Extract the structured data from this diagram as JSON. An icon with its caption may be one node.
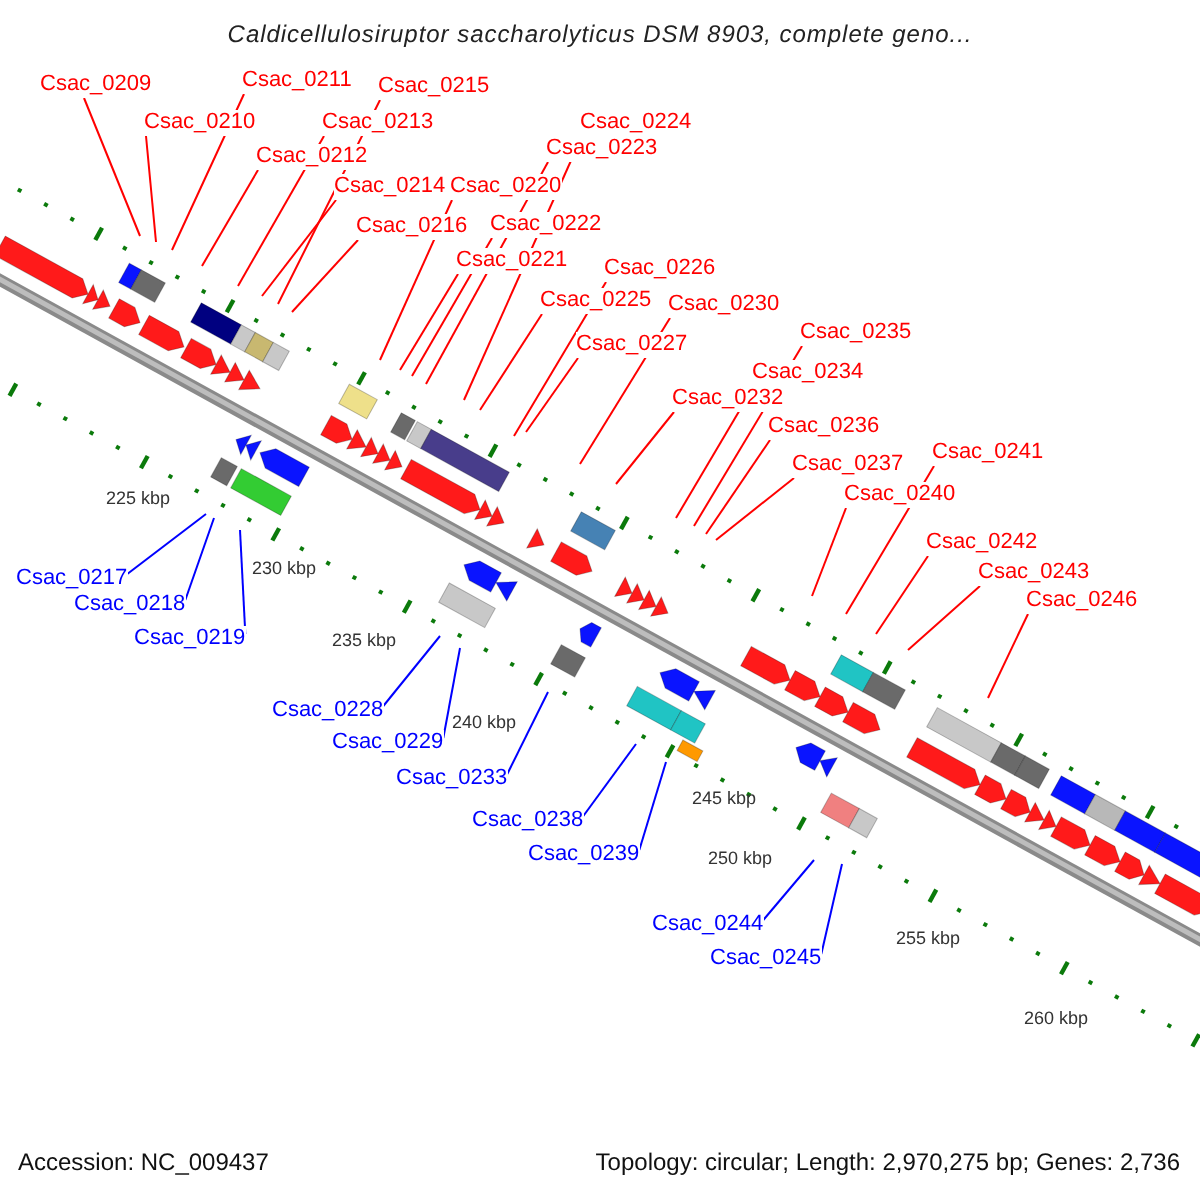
{
  "diagram": {
    "title": "Caldicellulosiruptor saccharolyticus DSM 8903, complete geno...",
    "nodes": [
      {
        "text": [
          "Csac_0209"
        ]
      },
      {
        "text": [
          "Csac_0210"
        ]
      },
      {
        "text": [
          "Csac_0211"
        ]
      },
      {
        "text": [
          "Csac_0212"
        ]
      },
      {
        "text": [
          "Csac_0213"
        ]
      },
      {
        "text": [
          "Csac_0214"
        ]
      },
      {
        "text": [
          "Csac_0215"
        ]
      },
      {
        "text": [
          "Csac_0216"
        ]
      },
      {
        "text": [
          "Csac_0217"
        ]
      },
      {
        "text": [
          "Csac_0218"
        ]
      },
      {
        "text": [
          "Csac_0219"
        ]
      },
      {
        "text": [
          "Csac_0220"
        ]
      },
      {
        "text": [
          "Csac_0221"
        ]
      },
      {
        "text": [
          "Csac_0222"
        ]
      },
      {
        "text": [
          "Csac_0223"
        ]
      },
      {
        "text": [
          "Csac_0224"
        ]
      },
      {
        "text": [
          "Csac_0225"
        ]
      },
      {
        "text": [
          "Csac_0226"
        ]
      },
      {
        "text": [
          "Csac_0227"
        ]
      },
      {
        "text": [
          "Csac_0228"
        ]
      },
      {
        "text": [
          "Csac_0229"
        ]
      },
      {
        "text": [
          "Csac_0230"
        ]
      },
      {
        "text": [
          "Csac_0232"
        ]
      },
      {
        "text": [
          "Csac_0233"
        ]
      },
      {
        "text": [
          "Csac_0234"
        ]
      },
      {
        "text": [
          "Csac_0235"
        ]
      },
      {
        "text": [
          "Csac_0236"
        ]
      },
      {
        "text": [
          "Csac_0237"
        ]
      },
      {
        "text": [
          "Csac_0238"
        ]
      },
      {
        "text": [
          "Csac_0239"
        ]
      },
      {
        "text": [
          "Csac_0240"
        ]
      },
      {
        "text": [
          "Csac_0241"
        ]
      },
      {
        "text": [
          "Csac_0242"
        ]
      },
      {
        "text": [
          "Csac_0243"
        ]
      },
      {
        "text": [
          "Csac_0244"
        ]
      },
      {
        "text": [
          "Csac_0245"
        ]
      },
      {
        "text": [
          "Csac_0246"
        ]
      }
    ],
    "edges": [
      {
        "from": 0,
        "to": null,
        "arrow": "none"
      },
      {
        "from": 1,
        "to": null,
        "arrow": "none"
      },
      {
        "from": 2,
        "to": null,
        "arrow": "none"
      },
      {
        "from": 3,
        "to": null,
        "arrow": "none"
      },
      {
        "from": 4,
        "to": null,
        "arrow": "none"
      },
      {
        "from": 5,
        "to": null,
        "arrow": "none"
      },
      {
        "from": 6,
        "to": null,
        "arrow": "none"
      },
      {
        "from": 7,
        "to": null,
        "arrow": "none"
      },
      {
        "from": 8,
        "to": null,
        "arrow": "none",
        "color": "#0000ff"
      },
      {
        "from": 9,
        "to": null,
        "arrow": "none",
        "color": "#0000ff"
      },
      {
        "from": 10,
        "to": null,
        "arrow": "none",
        "color": "#0000ff"
      },
      {
        "from": 11,
        "to": null,
        "arrow": "none"
      },
      {
        "from": 12,
        "to": null,
        "arrow": "none"
      },
      {
        "from": 13,
        "to": null,
        "arrow": "none"
      },
      {
        "from": 14,
        "to": null,
        "arrow": "none"
      },
      {
        "from": 15,
        "to": null,
        "arrow": "none"
      },
      {
        "from": 16,
        "to": null,
        "arrow": "none"
      },
      {
        "from": 17,
        "to": null,
        "arrow": "none"
      },
      {
        "from": 18,
        "to": null,
        "arrow": "none"
      },
      {
        "from": 19,
        "to": null,
        "arrow": "none",
        "color": "#0000ff"
      },
      {
        "from": 20,
        "to": null,
        "arrow": "none",
        "color": "#0000ff"
      },
      {
        "from": 21,
        "to": null,
        "arrow": "none"
      },
      {
        "from": 22,
        "to": null,
        "arrow": "none"
      },
      {
        "from": 23,
        "to": null,
        "arrow": "none",
        "color": "#0000ff"
      },
      {
        "from": 24,
        "to": null,
        "arrow": "none"
      },
      {
        "from": 25,
        "to": null,
        "arrow": "none"
      },
      {
        "from": 26,
        "to": null,
        "arrow": "none"
      },
      {
        "from": 27,
        "to": null,
        "arrow": "none"
      },
      {
        "from": 28,
        "to": null,
        "arrow": "none",
        "color": "#0000ff"
      },
      {
        "from": 29,
        "to": null,
        "arrow": "none",
        "color": "#0000ff"
      },
      {
        "from": 30,
        "to": null,
        "arrow": "none"
      },
      {
        "from": 31,
        "to": null,
        "arrow": "none"
      },
      {
        "from": 32,
        "to": null,
        "arrow": "none"
      },
      {
        "from": 33,
        "to": null,
        "arrow": "none"
      },
      {
        "from": 34,
        "to": null,
        "arrow": "none",
        "color": "#0000ff"
      },
      {
        "from": 35,
        "to": null,
        "arrow": "none",
        "color": "#0000ff"
      },
      {
        "from": 36,
        "to": null,
        "arrow": "none"
      }
    ],
    "labels": [
      "225 kbp",
      "230 kbp",
      "235 kbp",
      "240 kbp",
      "245 kbp",
      "250 kbp",
      "255 kbp",
      "260 kbp",
      "Accession: NC_009437",
      "Topology: circular; Length: 2,970,275 bp; Genes: 2,736"
    ]
  }
}
